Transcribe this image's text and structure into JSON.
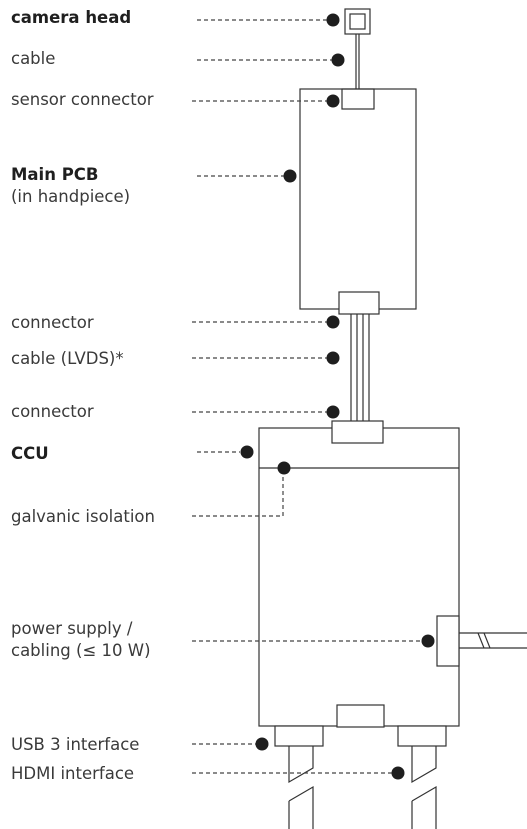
{
  "labels": {
    "camera_head": "camera head",
    "cable": "cable",
    "sensor_connector": "sensor connector",
    "main_pcb": "Main PCB",
    "main_pcb_note": "(in handpiece)",
    "connector_top": "connector",
    "cable_lvds": "cable (LVDS)*",
    "connector_bottom": "connector",
    "ccu": "CCU",
    "galvanic_isolation": "galvanic isolation",
    "power_supply_line1": "power supply /",
    "power_supply_line2": "cabling (≤ 10 W)",
    "usb3_interface": "USB 3 interface",
    "hdmi_interface": "HDMI interface"
  },
  "colors": {
    "outline": "#333333",
    "dot": "#1e1e1e",
    "leader": "#444444",
    "text": "#3a3a3a"
  }
}
